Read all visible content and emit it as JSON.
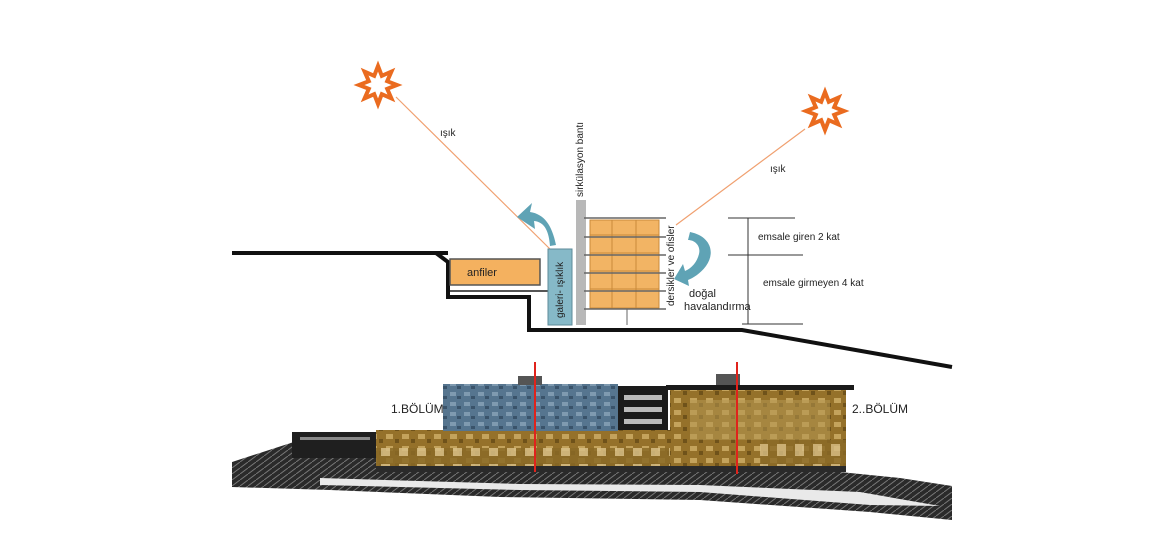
{
  "labels": {
    "light_left": "ışık",
    "light_right": "ışık",
    "circulation_band": "sirkülasyon bantı",
    "classrooms_offices": "dersikler ve ofisler",
    "gallery": "galeri- ışıklık",
    "amphitheaters": "anfiler",
    "natural_ventilation_line1": "doğal",
    "natural_ventilation_line2": "havalandırma",
    "far_included": "emsale giren 2 kat",
    "far_excluded": "emsale girmeyen 4 kat",
    "part_one": "1.BÖLÜM",
    "part_two": "2..BÖLÜM"
  },
  "colors": {
    "sun": "#ea6b1f",
    "light_ray": "#f0a070",
    "amphi_fill": "#f4b15f",
    "floor_fill": "#f2b464",
    "gallery_fill": "#86b9c8",
    "arrow_fill": "#5fa3b5",
    "circulation": "#b8b8b8",
    "ground": "#111111",
    "section_line": "#e0231c",
    "facade_blue": "#50708a",
    "facade_ochre": "#8f6a22"
  }
}
